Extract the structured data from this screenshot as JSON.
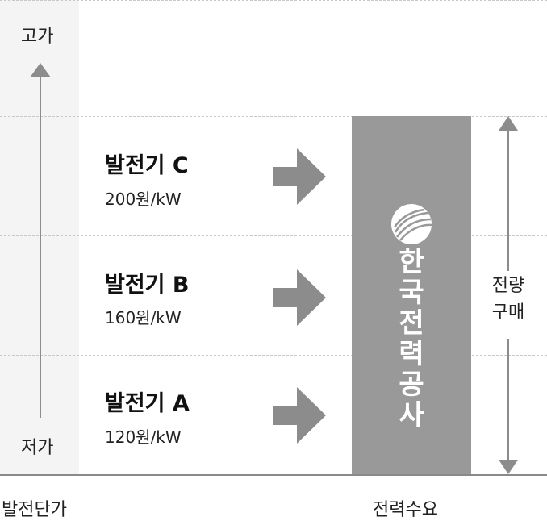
{
  "price_axis": {
    "high_label": "고가",
    "low_label": "저가",
    "title": "발전단가"
  },
  "generators": [
    {
      "name": "발전기 C",
      "price": "200원/kW"
    },
    {
      "name": "발전기 B",
      "price": "160원/kW"
    },
    {
      "name": "발전기 A",
      "price": "120원/kW"
    }
  ],
  "buyer": {
    "name_chars": [
      "한",
      "국",
      "전",
      "력",
      "공",
      "사"
    ]
  },
  "purchase": {
    "label_line1": "전량",
    "label_line2": "구매"
  },
  "demand_label": "전력수요",
  "colors": {
    "bar": "#999999",
    "arrow": "#8c8c8c",
    "left_panel": "#f4f4f4",
    "dash": "#c8c8c8"
  }
}
